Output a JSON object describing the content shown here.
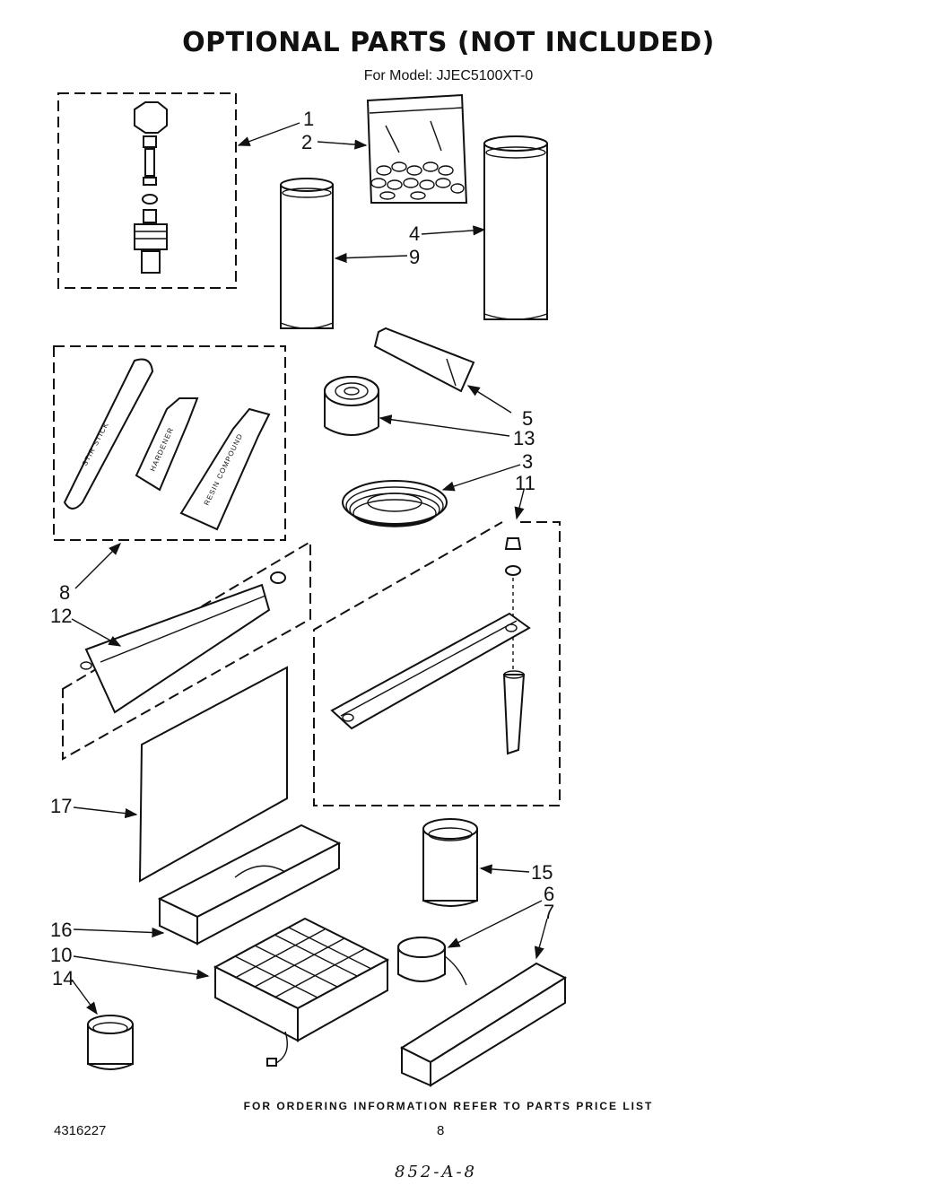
{
  "header": {
    "title": "OPTIONAL PARTS (NOT INCLUDED)",
    "subtitle": "For Model: JJEC5100XT-0"
  },
  "callouts": [
    "1",
    "2",
    "3",
    "4",
    "5",
    "6",
    "7",
    "8",
    "9",
    "10",
    "11",
    "12",
    "13",
    "14",
    "15",
    "16",
    "17"
  ],
  "part_labels": {
    "stir_stick": "STIR STICK",
    "hardener": "HARDENER",
    "resin_compound": "RESIN COMPOUND"
  },
  "footer": {
    "note": "FOR ORDERING INFORMATION REFER TO PARTS PRICE LIST",
    "doc_number": "4316227",
    "page_number": "8",
    "handwritten": "852-A-8"
  }
}
